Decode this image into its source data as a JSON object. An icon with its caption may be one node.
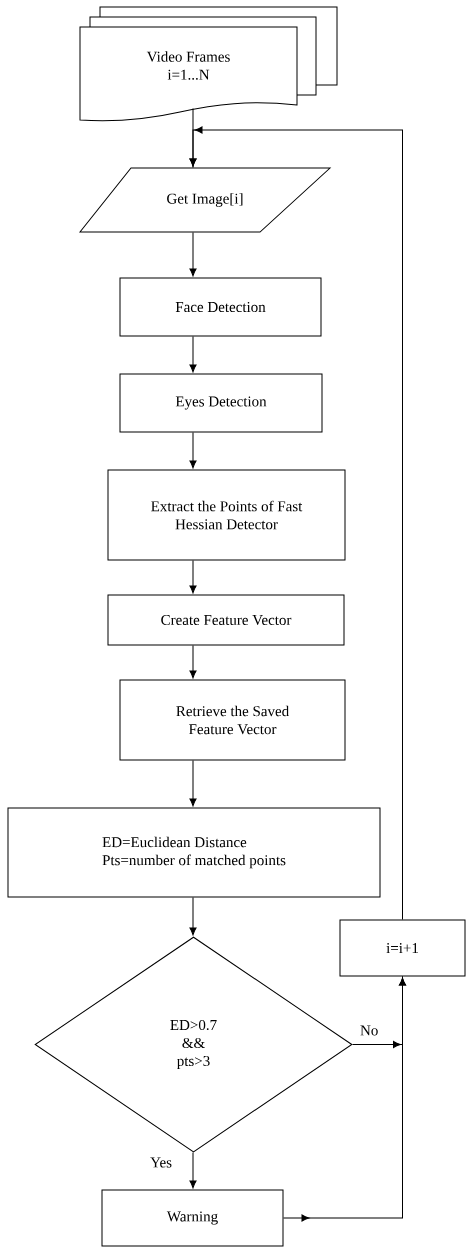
{
  "diagram": {
    "nodes": [
      {
        "text": [
          "Video Frames i=1...N"
        ]
      },
      {
        "text": [
          "Get Image[i]"
        ]
      },
      {
        "text": [
          "Face Detection"
        ]
      },
      {
        "text": [
          "Eyes Detection"
        ]
      },
      {
        "text": [
          "Extract the Points of Fast Hessian Detector"
        ]
      },
      {
        "text": [
          "Create Feature Vector"
        ]
      },
      {
        "text": [
          "Retrieve the Saved Feature Vector"
        ]
      },
      {
        "text": [
          "ED=Euclidean Distance",
          "Pts=number of matched points"
        ]
      },
      {
        "text": [
          "ED>0.7 && pts>3"
        ]
      },
      {
        "text": [
          "Warning"
        ]
      },
      {
        "text": [
          "i=i+1"
        ]
      }
    ],
    "edges": [
      {
        "from": 0,
        "to": 1,
        "arrow": "to"
      },
      {
        "from": 1,
        "to": 2,
        "arrow": "to"
      },
      {
        "from": 2,
        "to": 3,
        "arrow": "to"
      },
      {
        "from": 3,
        "to": 4,
        "arrow": "to"
      },
      {
        "from": 4,
        "to": 5,
        "arrow": "to"
      },
      {
        "from": 5,
        "to": 6,
        "arrow": "to"
      },
      {
        "from": 6,
        "to": 7,
        "arrow": "to"
      },
      {
        "from": 7,
        "to": 8,
        "arrow": "to"
      },
      {
        "from": 8,
        "to": 9,
        "arrow": "to",
        "label": "Yes"
      },
      {
        "from": 8,
        "to": 10,
        "arrow": "to",
        "label": "No"
      },
      {
        "from": 9,
        "to": 10,
        "arrow": "to"
      },
      {
        "from": 10,
        "to": 1,
        "arrow": "to"
      }
    ]
  }
}
